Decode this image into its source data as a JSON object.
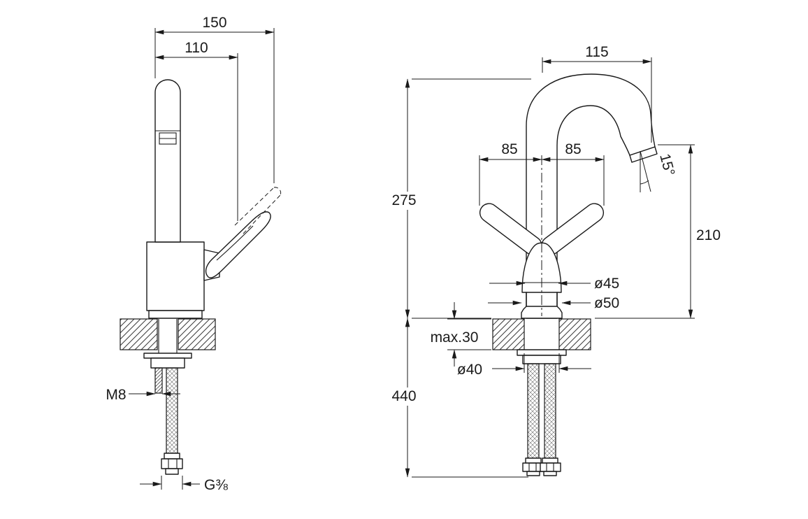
{
  "drawing": {
    "background": "#ffffff",
    "line_color": "#1a1a1a",
    "views": {
      "side": {
        "dims": {
          "overall_width": "150",
          "spout_offset": "110",
          "stud_thread": "M8",
          "hose_connection": "G⅜"
        }
      },
      "front": {
        "dims": {
          "spout_reach": "115",
          "height_to_spout": "275",
          "handle_swing_left": "85",
          "handle_swing_right": "85",
          "outlet_angle": "15°",
          "spout_outlet_height": "210",
          "body_diameter": "ø45",
          "base_diameter": "ø50",
          "max_deck_thickness": "max.30",
          "hole_diameter": "ø40",
          "hose_length": "440"
        }
      }
    }
  }
}
